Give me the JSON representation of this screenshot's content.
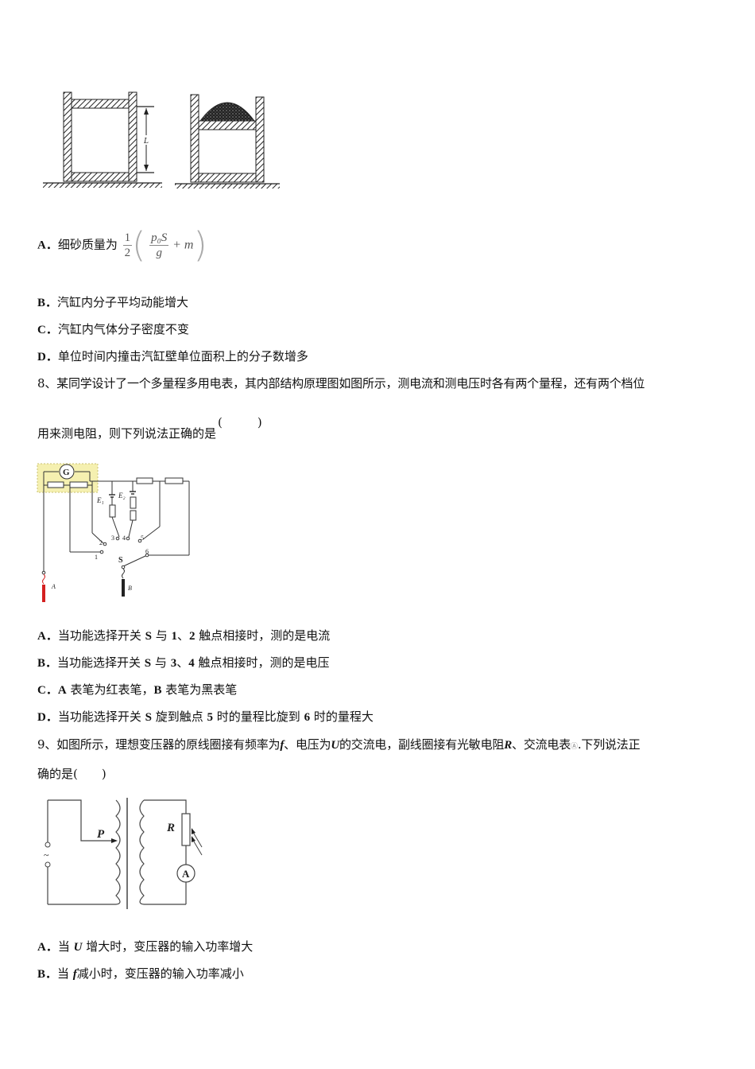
{
  "q7_figure": {
    "label_L": "L",
    "description": "two cylinders with piston; second with sand heap on piston"
  },
  "q7_options": [
    {
      "letter": "A．",
      "text": "细砂质量为",
      "formula": {
        "outer_num": "1",
        "outer_den": "2",
        "inner_num": "p₀S",
        "inner_den": "g",
        "tail": "+ m"
      }
    },
    {
      "letter": "B．",
      "text": "汽缸内分子平均动能增大"
    },
    {
      "letter": "C．",
      "text": "汽缸内气体分子密度不变"
    },
    {
      "letter": "D．",
      "text": "单位时间内撞击汽缸壁单位面积上的分子数增多"
    }
  ],
  "q8": {
    "stem_line1": "8、某同学设计了一个多量程多用电表，其内部结构原理图如图所示，测电流和测电压时各有两个量程，还有两个档位",
    "stem_line2": "用来测电阻，则下列说法正确的是",
    "bracket_open": "(",
    "bracket_close": ")",
    "figure": {
      "galvanometer": "G",
      "battery1": "E1",
      "battery2": "E2",
      "contacts": [
        "1",
        "2",
        "3",
        "4",
        "5",
        "6"
      ],
      "switch": "S",
      "probe_a": "A",
      "probe_b": "B",
      "highlight_color": "#f5f0b0",
      "probe_a_color": "#d42020",
      "probe_b_color": "#222222"
    },
    "options": [
      {
        "letter": "A．",
        "parts": [
          "当功能选择开关 ",
          "S",
          " 与 ",
          "1",
          "、",
          "2",
          " 触点相接时，测的是电流"
        ]
      },
      {
        "letter": "B．",
        "parts": [
          "当功能选择开关 ",
          "S",
          " 与 ",
          "3",
          "、",
          "4",
          " 触点相接时，测的是电压"
        ]
      },
      {
        "letter": "C．",
        "parts": [
          "A",
          " 表笔为红表笔，",
          "B",
          " 表笔为黑表笔"
        ]
      },
      {
        "letter": "D．",
        "parts": [
          "当功能选择开关 ",
          "S",
          " 旋到触点 ",
          "5",
          " 时的量程比旋到 ",
          "6",
          " 时的量程大"
        ]
      }
    ]
  },
  "q9": {
    "stem_line1_a": "9、如图所示，理想变压器的原线圈接有频率为",
    "f": "f",
    "stem_line1_b": "、电压为",
    "U": "U",
    "stem_line1_c": "的交流电，副线圈接有光敏电阻",
    "R": "R",
    "stem_line1_d": "、交流电表",
    "ammeter_glyph": "Ⓐ",
    "stem_line1_e": ".下列说法正",
    "stem_line2": "确的是(",
    "stem_line2_close": ")",
    "figure": {
      "tap": "P",
      "resistor": "R",
      "ammeter": "A",
      "source": "~"
    },
    "options": [
      {
        "letter": "A．",
        "pre": "当 ",
        "var": "U",
        "post": " 增大时，变压器的输入功率增大"
      },
      {
        "letter": "B．",
        "pre": "当 ",
        "var": "f",
        "post": "减小时，变压器的输入功率减小"
      }
    ]
  }
}
